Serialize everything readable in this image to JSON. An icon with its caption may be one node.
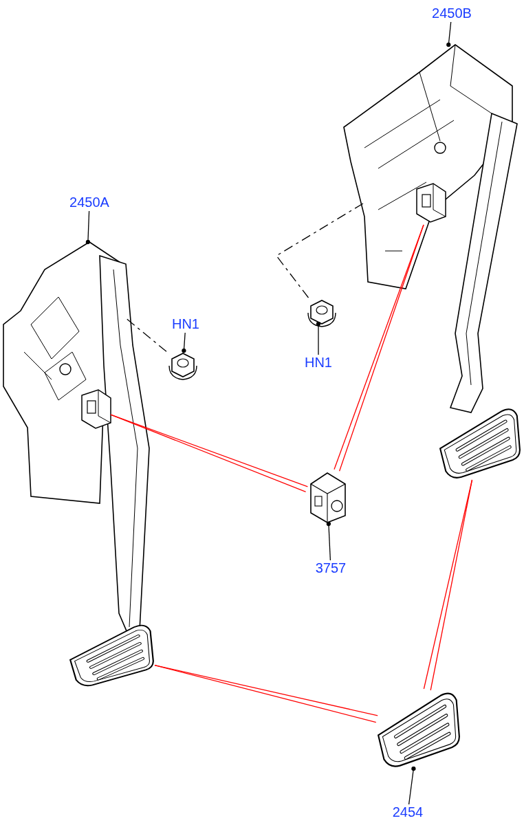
{
  "diagram": {
    "nodes": [
      {
        "text": [
          "2450B"
        ]
      },
      {
        "text": [],
        "shape": "picture"
      },
      {
        "text": [],
        "shape": "picture",
        "in": 1
      },
      {
        "text": [],
        "shape": "picture"
      },
      {
        "text": [
          "2450A"
        ]
      },
      {
        "text": [],
        "shape": "picture"
      },
      {
        "text": [],
        "shape": "picture",
        "in": 5
      },
      {
        "text": [],
        "shape": "picture"
      },
      {
        "text": [
          "HN1"
        ]
      },
      {
        "text": [],
        "shape": "picture"
      },
      {
        "text": [],
        "shape": "picture"
      },
      {
        "text": [
          "HN1"
        ]
      },
      {
        "text": [],
        "shape": "picture"
      },
      {
        "text": [
          "3757"
        ]
      },
      {
        "text": [],
        "shape": "picture"
      },
      {
        "text": [
          "2454"
        ]
      }
    ],
    "edges": [
      {
        "from": 0,
        "to": 1,
        "arrow": "other"
      },
      {
        "from": 4,
        "to": 5,
        "arrow": "other"
      },
      {
        "from": 8,
        "to": 9,
        "arrow": "other"
      },
      {
        "from": 11,
        "to": 10,
        "arrow": "other"
      },
      {
        "from": 13,
        "to": 12,
        "arrow": "other"
      },
      {
        "from": 15,
        "to": 14,
        "arrow": "other"
      },
      {
        "from": 9,
        "to": 5,
        "arrow": "none",
        "style": "dashed"
      },
      {
        "from": 10,
        "to": 1,
        "arrow": "none",
        "style": "dashed"
      },
      {
        "from": 12,
        "to": 6,
        "arrow": "none",
        "color": "#ff0000"
      },
      {
        "from": 12,
        "to": 6,
        "arrow": "none",
        "color": "#ff0000"
      },
      {
        "from": 12,
        "to": 2,
        "arrow": "none",
        "color": "#ff0000"
      },
      {
        "from": 12,
        "to": 2,
        "arrow": "none",
        "color": "#ff0000"
      },
      {
        "from": 14,
        "to": 7,
        "arrow": "none",
        "color": "#ff0000"
      },
      {
        "from": 14,
        "to": 7,
        "arrow": "none",
        "color": "#ff0000"
      },
      {
        "from": 14,
        "to": 3,
        "arrow": "none",
        "color": "#ff0000"
      },
      {
        "from": 14,
        "to": 3,
        "arrow": "none",
        "color": "#ff0000"
      }
    ]
  }
}
